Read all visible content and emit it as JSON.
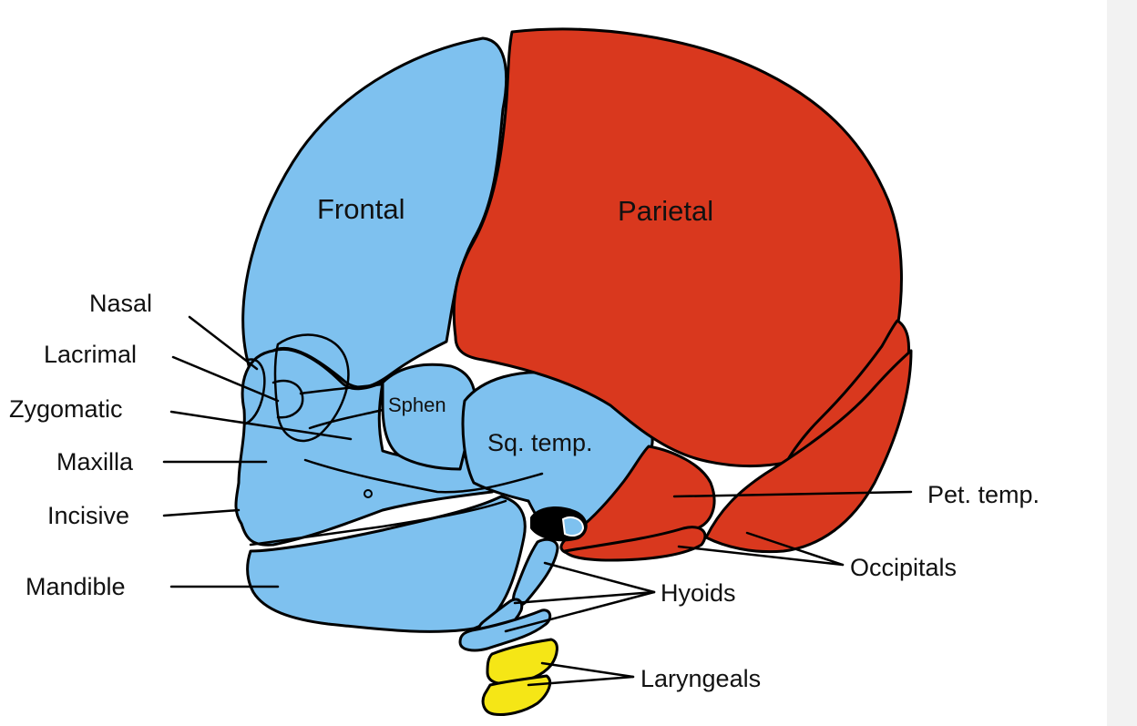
{
  "colors": {
    "cranial_dermal": "#7ec1ef",
    "mesodermal": "#d9381e",
    "laryngeal": "#f5e616",
    "outline": "#000000"
  },
  "labels": {
    "frontal": "Frontal",
    "parietal": "Parietal",
    "sphen": "Sphen",
    "sq_temp": "Sq. temp.",
    "nasal": "Nasal",
    "lacrimal": "Lacrimal",
    "zygomatic": "Zygomatic",
    "maxilla": "Maxilla",
    "incisive": "Incisive",
    "mandible": "Mandible",
    "pet_temp": "Pet. temp.",
    "occipitals": "Occipitals",
    "hyoids": "Hyoids",
    "laryngeals": "Laryngeals"
  }
}
